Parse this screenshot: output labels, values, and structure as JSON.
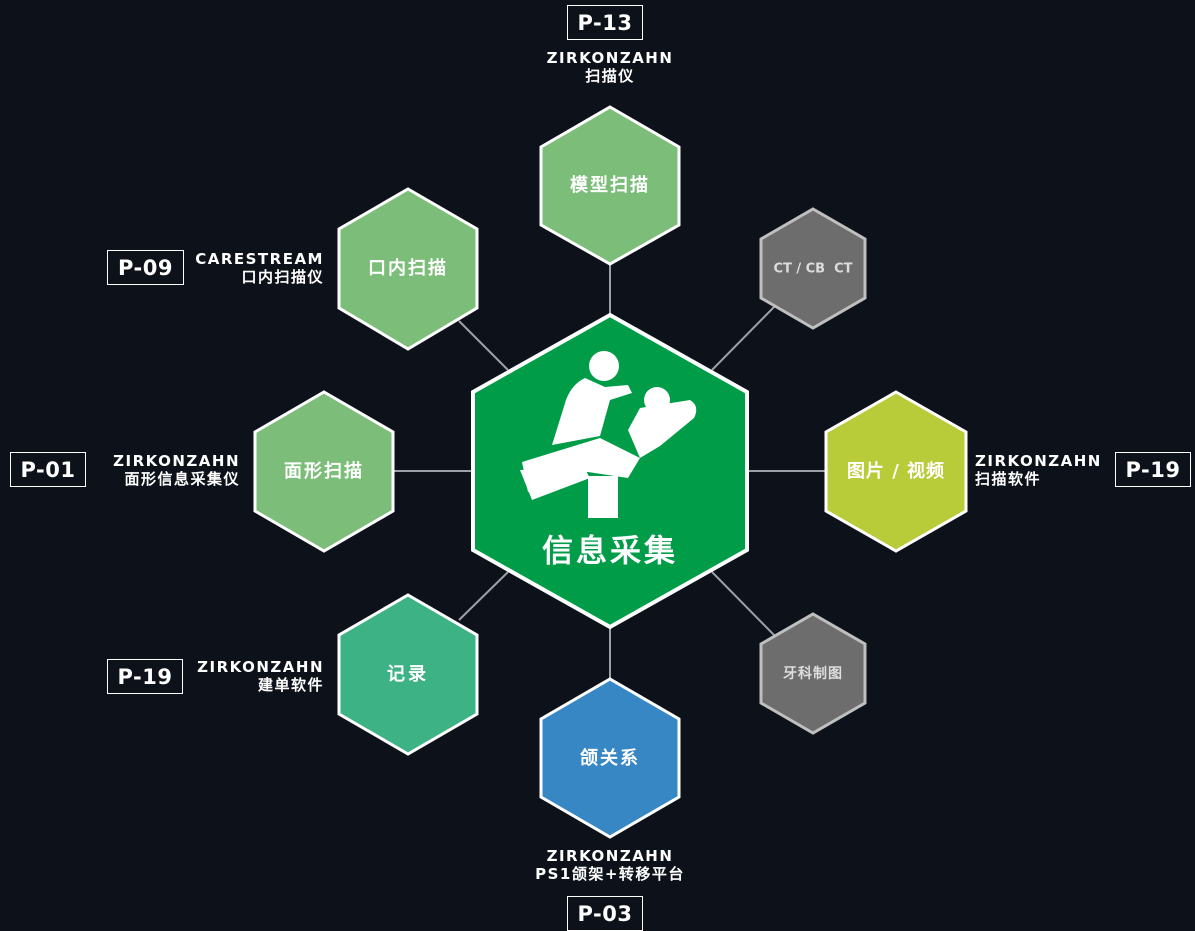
{
  "colors": {
    "background": "#0d121a",
    "connector": "#9aa0a6",
    "center": "#009c48",
    "light_green": "#7cbd7a",
    "teal_green": "#3db285",
    "lime": "#b8cc3a",
    "blue": "#3887c5",
    "gray": "#6d6d6d"
  },
  "center": {
    "label": "信息采集",
    "icon": "dental-chair-icon"
  },
  "nodes": {
    "model_scan": "模型扫描",
    "ct": "CT / CB  CT",
    "photo_video": "图片 / 视频",
    "dental_drawing": "牙科制图",
    "occlusion": "颌关系",
    "record": "记录",
    "face_scan": "面形扫描",
    "intraoral_scan": "口内扫描"
  },
  "annotations": {
    "top": {
      "tag": "P-13",
      "brand": "ZIRKONZAHN",
      "product": "扫描仪"
    },
    "upper_left": {
      "tag": "P-09",
      "brand": "CARESTREAM",
      "product": "口内扫描仪"
    },
    "left": {
      "tag": "P-01",
      "brand": "ZIRKONZAHN",
      "product": "面形信息采集仪"
    },
    "right": {
      "tag": "P-19",
      "brand": "ZIRKONZAHN",
      "product": "扫描软件"
    },
    "lower_left": {
      "tag": "P-19",
      "brand": "ZIRKONZAHN",
      "product": "建单软件"
    },
    "bottom": {
      "tag": "P-03",
      "brand": "ZIRKONZAHN",
      "product": "PS1颌架+转移平台"
    }
  }
}
